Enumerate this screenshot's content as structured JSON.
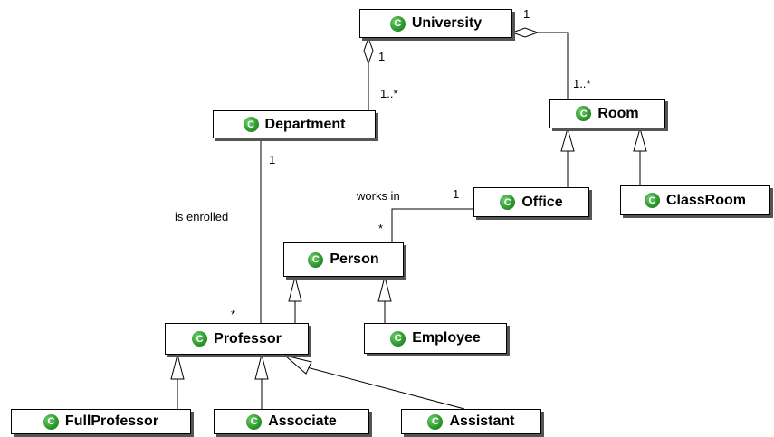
{
  "colors": {
    "icon": "#2f9a2f",
    "line": "#000000",
    "shadow": "#555555"
  },
  "classes": {
    "university": "University",
    "department": "Department",
    "room": "Room",
    "office": "Office",
    "classroom": "ClassRoom",
    "person": "Person",
    "professor": "Professor",
    "employee": "Employee",
    "fullprofessor": "FullProfessor",
    "associate": "Associate",
    "assistant": "Assistant"
  },
  "class_icon": {
    "name": "class-icon",
    "glyph": "C"
  },
  "associations": {
    "univ_room": {
      "univ_end": "1",
      "room_end": "1..*"
    },
    "univ_dept": {
      "univ_end": "1",
      "dept_end": "1..*"
    },
    "dept_prof": {
      "dept_end": "1",
      "prof_end": "*",
      "name": "is enrolled"
    },
    "office_person": {
      "office_end": "1",
      "person_end": "*",
      "name": "works in"
    }
  }
}
